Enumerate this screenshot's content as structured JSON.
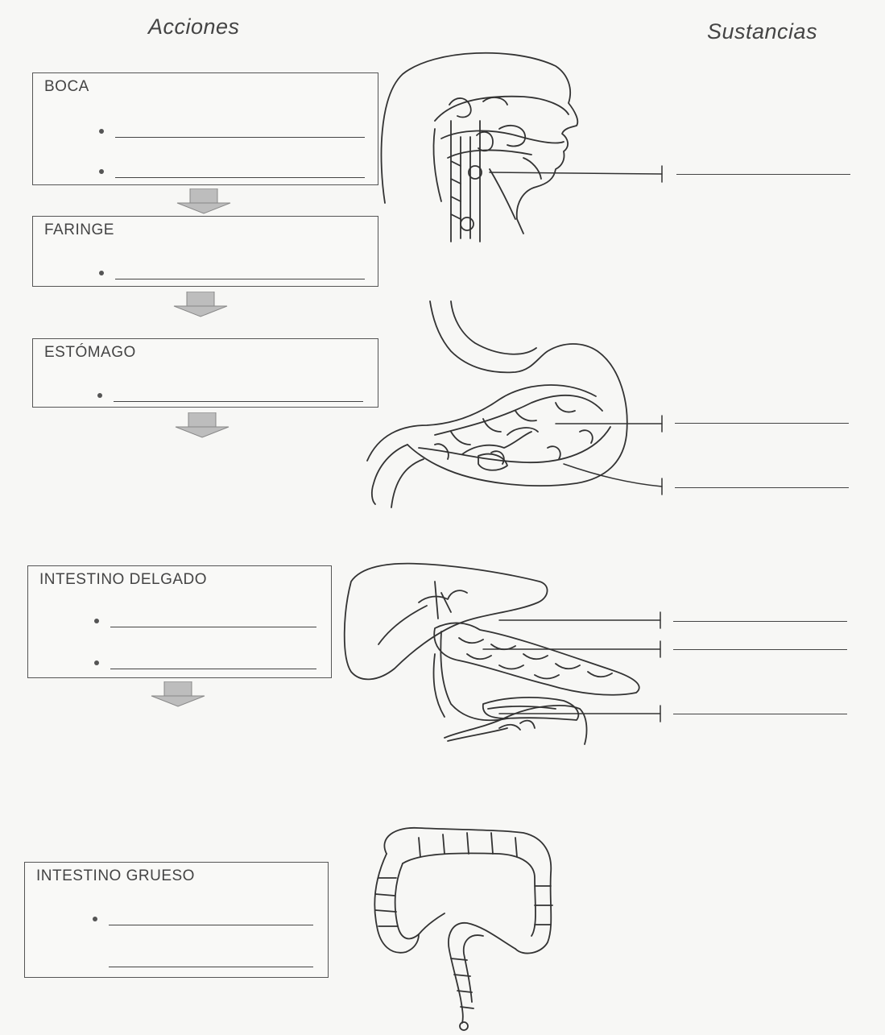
{
  "headings": {
    "actions": "Acciones",
    "substances": "Sustancias"
  },
  "organs": {
    "boca": "BOCA",
    "faringe": "FARINGE",
    "estomago": "ESTÓMAGO",
    "intestino_delgado": "INTESTINO DELGADO",
    "intestino_grueso": "INTESTINO GRUESO"
  },
  "icons": {
    "flow_arrow": "down-arrow-icon"
  },
  "colors": {
    "ink": "#444444",
    "paper": "#f7f7f5"
  }
}
